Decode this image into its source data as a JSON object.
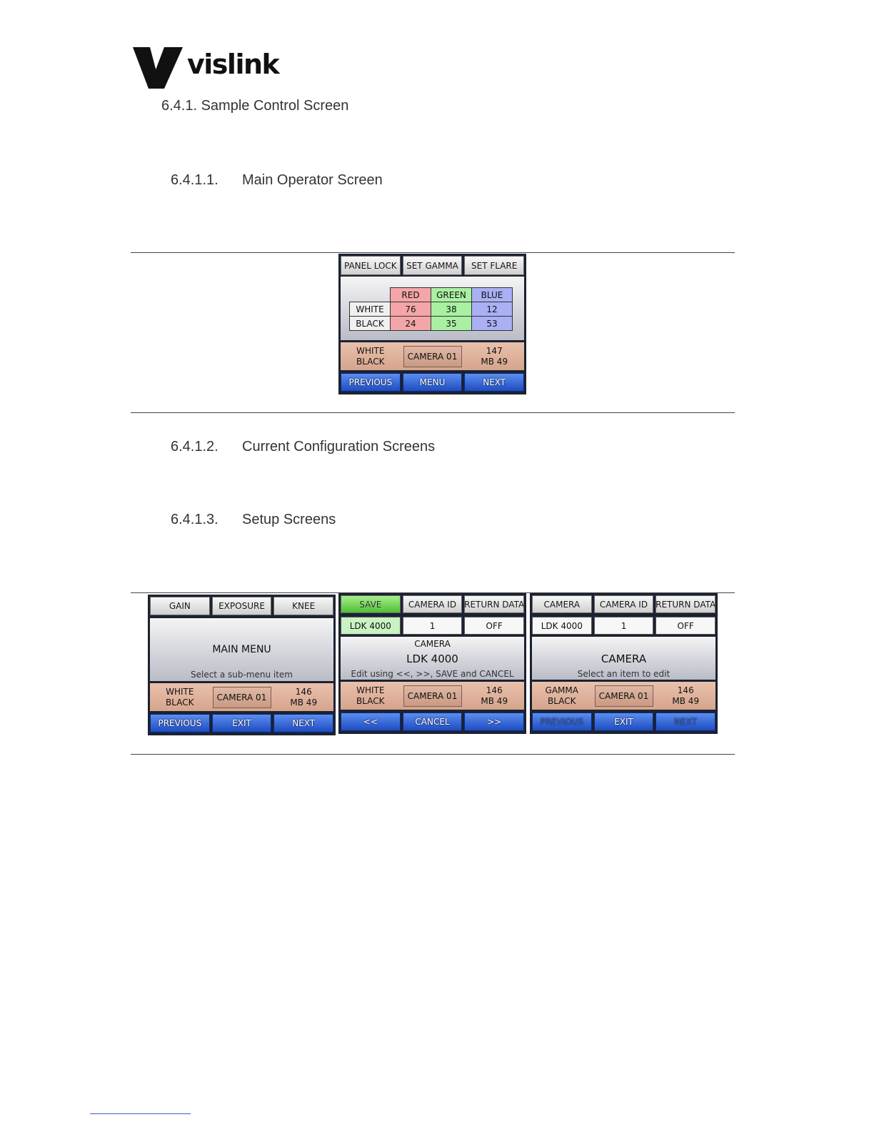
{
  "logo": {
    "text": "vislink"
  },
  "headings": {
    "h641": "6.4.1.  Sample Control Screen",
    "h6411": {
      "num": "6.4.1.1.",
      "title": "Main Operator Screen"
    },
    "h6412": {
      "num": "6.4.1.2.",
      "title": "Current Configuration Screens"
    },
    "h6413": {
      "num": "6.4.1.3.",
      "title": "Setup Screens"
    }
  },
  "operator": {
    "top": [
      "PANEL LOCK",
      "SET GAMMA",
      "SET FLARE"
    ],
    "table": {
      "cols": [
        "RED",
        "GREEN",
        "BLUE"
      ],
      "rows": [
        {
          "label": "WHITE",
          "values": [
            "76",
            "38",
            "12"
          ]
        },
        {
          "label": "BLACK",
          "values": [
            "24",
            "35",
            "53"
          ]
        }
      ]
    },
    "info": {
      "left1": "WHITE",
      "left2": "BLACK",
      "camera": "CAMERA 01",
      "right1": "147",
      "right2": "MB 49"
    },
    "nav": [
      "PREVIOUS",
      "MENU",
      "NEXT"
    ]
  },
  "setup1": {
    "top": [
      "GAIN",
      "EXPOSURE",
      "KNEE"
    ],
    "title": "MAIN MENU",
    "hint": "Select a sub-menu item",
    "info": {
      "left1": "WHITE",
      "left2": "BLACK",
      "camera": "CAMERA 01",
      "right1": "146",
      "right2": "MB 49"
    },
    "nav": [
      "PREVIOUS",
      "EXIT",
      "NEXT"
    ]
  },
  "setup2": {
    "top": [
      "SAVE",
      "CAMERA ID",
      "RETURN DATA"
    ],
    "values": [
      "LDK 4000",
      "1",
      "OFF"
    ],
    "label": "CAMERA",
    "title": "LDK 4000",
    "hint": "Edit using <<, >>, SAVE and CANCEL",
    "info": {
      "left1": "WHITE",
      "left2": "BLACK",
      "camera": "CAMERA 01",
      "right1": "146",
      "right2": "MB 49"
    },
    "nav": [
      "<<",
      "CANCEL",
      ">>"
    ]
  },
  "setup3": {
    "top": [
      "CAMERA",
      "CAMERA ID",
      "RETURN DATA"
    ],
    "values": [
      "LDK 4000",
      "1",
      "OFF"
    ],
    "title": "CAMERA",
    "hint": "Select an item to edit",
    "info": {
      "left1": "GAMMA",
      "left2": "BLACK",
      "camera": "CAMERA 01",
      "right1": "146",
      "right2": "MB 49"
    },
    "nav": [
      "PREVIOUS",
      "EXIT",
      "NEXT"
    ]
  }
}
